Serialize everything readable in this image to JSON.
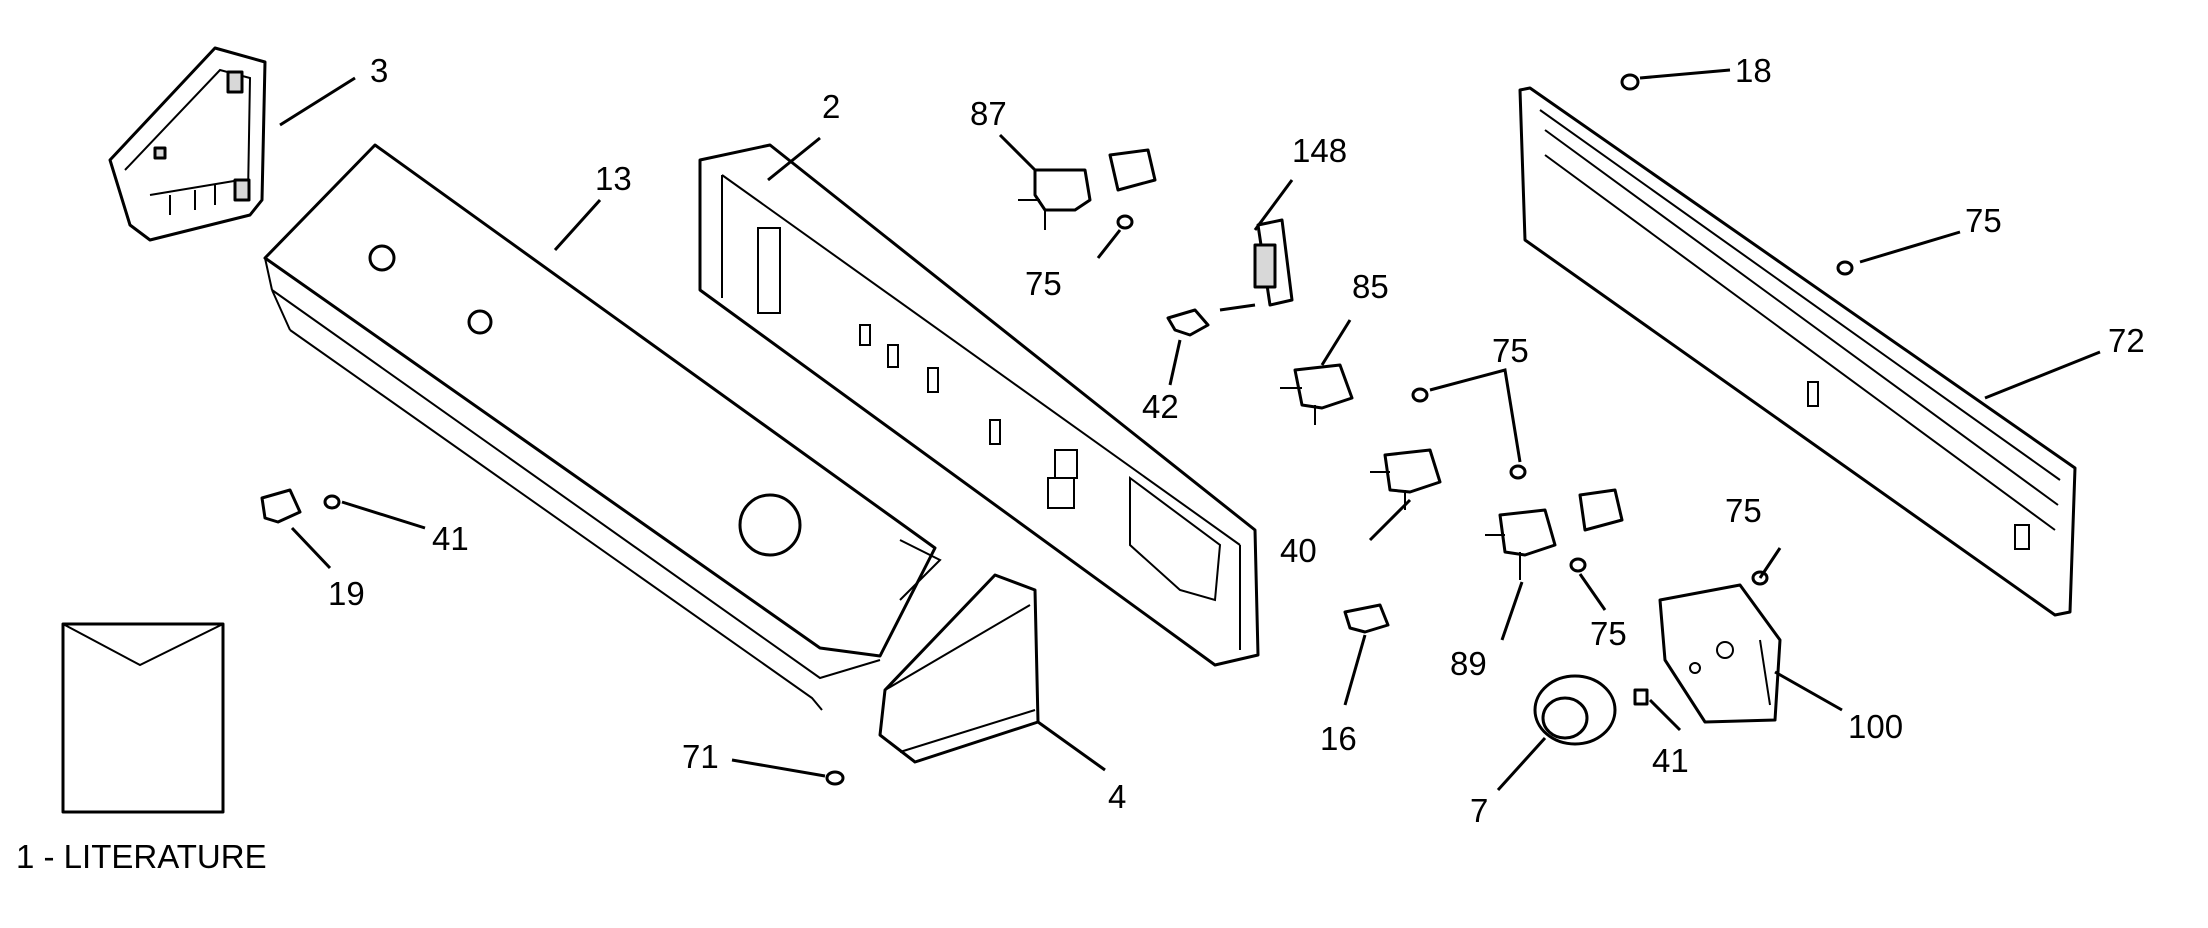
{
  "callouts": {
    "c3": "3",
    "c13": "13",
    "c2": "2",
    "c87": "87",
    "c75a": "75",
    "c148": "148",
    "c18": "18",
    "c75b": "75",
    "c72": "72",
    "c85": "85",
    "c42": "42",
    "c75c": "75",
    "c40": "40",
    "c41a": "41",
    "c19": "19",
    "c89": "89",
    "c75d": "75",
    "c75e": "75",
    "c16": "16",
    "c100": "100",
    "c41b": "41",
    "c7": "7",
    "c71": "71",
    "c4": "4"
  },
  "literature": {
    "label": "1 - LITERATURE"
  }
}
